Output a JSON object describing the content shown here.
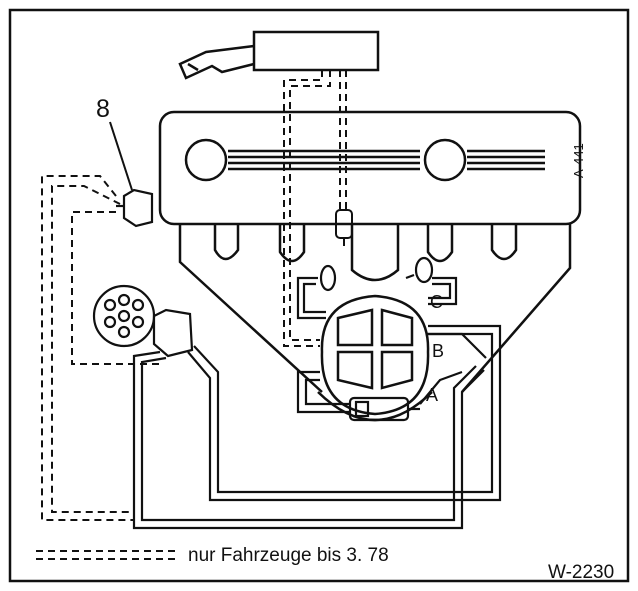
{
  "labels": {
    "callout": "8",
    "a": "A",
    "b": "B",
    "c": "C",
    "side_code": "A-441"
  },
  "legend": {
    "text": "nur Fahrzeuge bis 3. 78"
  },
  "figure_code": "W-2230",
  "colors": {
    "ink": "#111111",
    "paper": "#ffffff"
  }
}
